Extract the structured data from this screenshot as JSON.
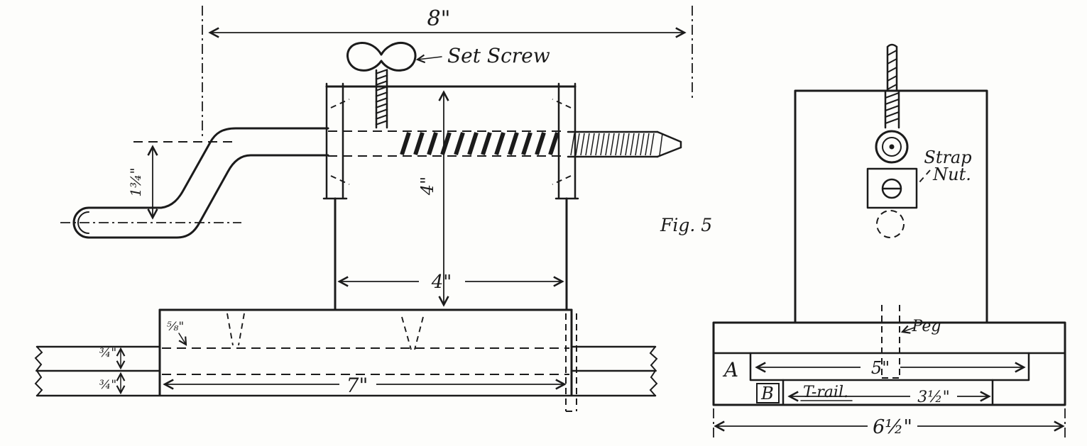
{
  "figure": {
    "caption": "Fig. 5"
  },
  "front_view": {
    "set_screw_label": "Set Screw",
    "dims": {
      "overall_width": "8\"",
      "block_height": "4\"",
      "block_width": "4\"",
      "crank_drop": "1¾\"",
      "base_length": "7\"",
      "base_edge": "⅝\"",
      "upper_board": "¾\"",
      "lower_board": "¾\""
    }
  },
  "side_view": {
    "strap_nut_line1": "Strap",
    "strap_nut_line2": "Nut.",
    "peg_label": "Peg",
    "groove_a_label": "A",
    "groove_b_label": "B",
    "t_rail_label": "T-rail.",
    "dims": {
      "groove_a_length": "5\"",
      "t_rail_length": "3½\"",
      "base_width": "6½\""
    }
  }
}
